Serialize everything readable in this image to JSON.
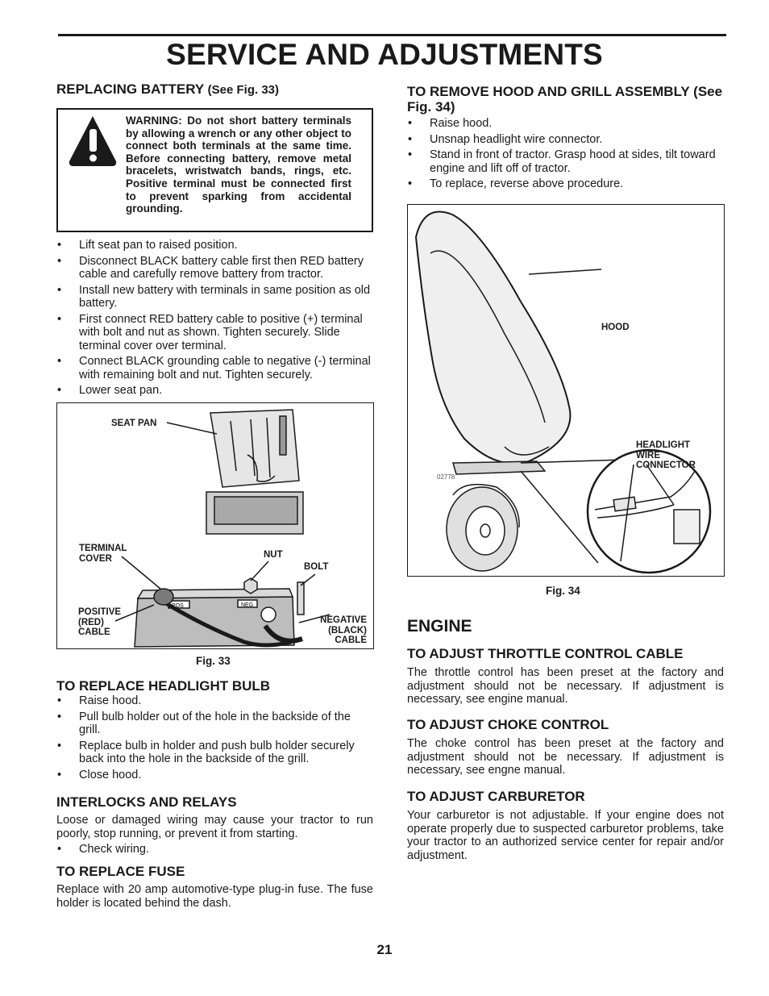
{
  "page_title": "SERVICE AND ADJUSTMENTS",
  "battery": {
    "heading": "REPLACING BATTERY",
    "heading_ref": "(See Fig. 33)",
    "warning": "WARNING: Do not short battery terminals by allowing a wrench or any other object to connect both terminals at the same time. Before connecting battery, remove metal bracelets, wristwatch bands, rings, etc. Positive terminal must be connected first to prevent sparking from accidental grounding.",
    "steps": [
      "Lift seat pan to raised position.",
      "Disconnect BLACK battery cable first then RED battery cable and carefully remove battery from tractor.",
      "Install new battery with terminals in same position as old battery.",
      "First connect RED battery cable to positive (+) terminal with bolt and nut as shown. Tighten securely. Slide terminal cover over terminal.",
      "Connect BLACK grounding cable to negative (-) terminal with remaining bolt and nut. Tighten securely.",
      "Lower seat pan."
    ]
  },
  "fig33": {
    "caption": "Fig. 33",
    "labels": {
      "seat_pan": "SEAT PAN",
      "terminal_cover": "TERMINAL COVER",
      "nut": "NUT",
      "bolt": "BOLT",
      "positive": "POSITIVE (RED) CABLE",
      "negative": "NEGATIVE (BLACK) CABLE"
    },
    "pos_mark": "POS",
    "neg_mark": "NEG"
  },
  "headlight": {
    "heading": "TO REPLACE HEADLIGHT BULB",
    "steps": [
      "Raise hood.",
      "Pull bulb holder out of the hole in the backside of the grill.",
      "Replace bulb in holder and push bulb holder securely back into the hole in the backside of the grill.",
      "Close hood."
    ]
  },
  "interlocks": {
    "heading": "INTERLOCKS AND RELAYS",
    "text": "Loose or damaged wiring may cause your tractor to run poorly, stop running, or prevent it from starting.",
    "steps": [
      "Check wiring."
    ]
  },
  "fuse": {
    "heading": "TO REPLACE FUSE",
    "text": "Replace with 20 amp automotive-type plug-in fuse. The fuse holder is located behind the dash."
  },
  "hood": {
    "heading": "TO REMOVE HOOD AND GRILL ASSEMBLY (See Fig. 34)",
    "steps": [
      "Raise hood.",
      "Unsnap headlight wire connector.",
      "Stand in front of tractor. Grasp hood at sides, tilt toward engine and lift off of tractor.",
      "To replace, reverse above procedure."
    ]
  },
  "fig34": {
    "caption": "Fig. 34",
    "labels": {
      "hood": "HOOD",
      "connector": "HEADLIGHT WIRE CONNECTOR"
    },
    "code": "02778"
  },
  "engine": {
    "heading": "ENGINE",
    "throttle_heading": "TO ADJUST THROTTLE CONTROL CABLE",
    "throttle_text": "The throttle control has been preset at the factory and adjustment should not be necessary. If adjustment is necessary, see engine manual.",
    "choke_heading": "TO ADJUST CHOKE CONTROL",
    "choke_text": "The choke control has been preset at the factory and adjustment should not be necessary. If adjustment is necessary, see engne manual.",
    "carb_heading": "TO ADJUST CARBURETOR",
    "carb_text": "Your carburetor is not adjustable. If your engine does not operate properly due to suspected carburetor problems, take your tractor to an authorized service center for repair and/or adjustment."
  },
  "page_number": "21"
}
